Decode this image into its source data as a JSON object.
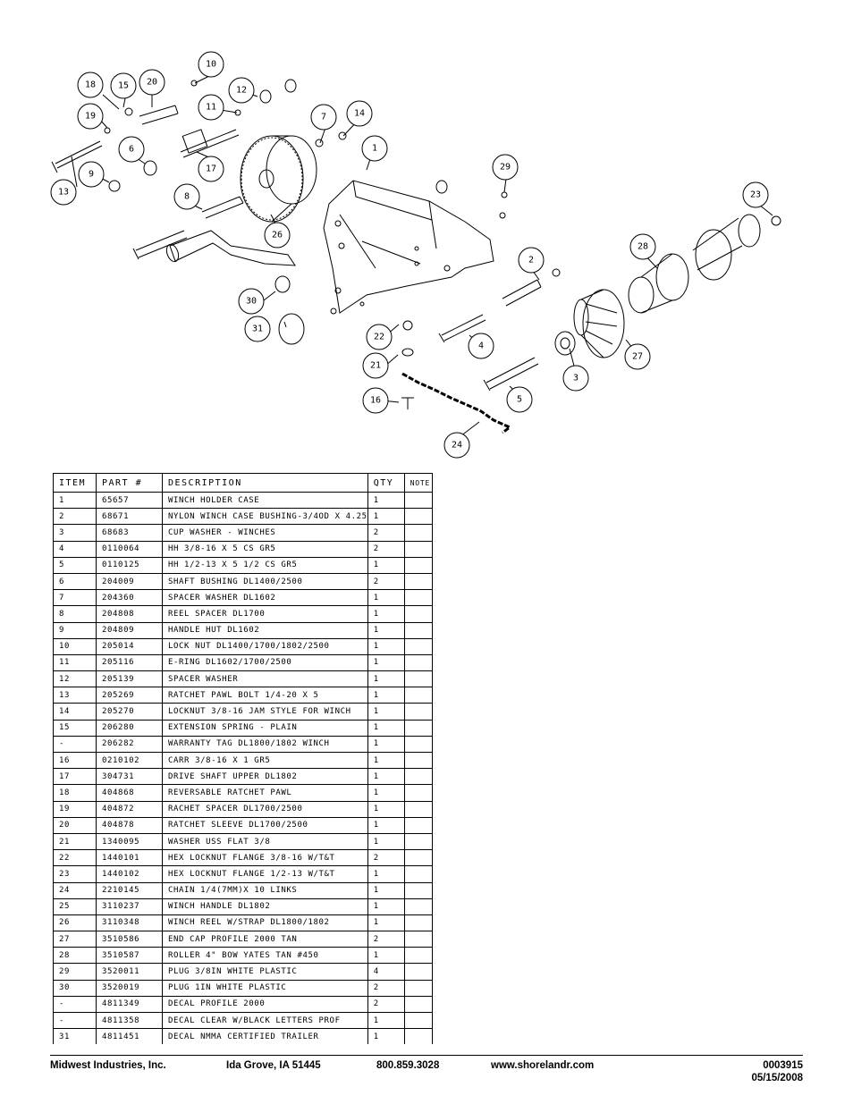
{
  "diagram": {
    "callouts": [
      "1",
      "2",
      "3",
      "4",
      "5",
      "6",
      "7",
      "8",
      "9",
      "10",
      "11",
      "12",
      "13",
      "14",
      "15",
      "16",
      "17",
      "18",
      "19",
      "20",
      "21",
      "22",
      "23",
      "24",
      "26",
      "27",
      "28",
      "29",
      "30",
      "31"
    ]
  },
  "table": {
    "headers": [
      "ITEM",
      "PART #",
      "DESCRIPTION",
      "QTY",
      "NOTE"
    ],
    "rows": [
      [
        "1",
        "65657",
        "WINCH HOLDER CASE",
        "1",
        ""
      ],
      [
        "2",
        "68671",
        "NYLON WINCH CASE BUSHING-3/4OD X 4.25",
        "1",
        ""
      ],
      [
        "3",
        "68683",
        "CUP WASHER - WINCHES",
        "2",
        ""
      ],
      [
        "4",
        "0110064",
        "HH 3/8-16 X 5 CS GR5",
        "2",
        ""
      ],
      [
        "5",
        "0110125",
        "HH 1/2-13 X 5 1/2 CS GR5",
        "1",
        ""
      ],
      [
        "6",
        "204009",
        "SHAFT BUSHING  DL1400/2500",
        "2",
        ""
      ],
      [
        "7",
        "204360",
        "SPACER WASHER  DL1602",
        "1",
        ""
      ],
      [
        "8",
        "204808",
        "REEL SPACER  DL1700",
        "1",
        ""
      ],
      [
        "9",
        "204809",
        "HANDLE HUT  DL1602",
        "1",
        ""
      ],
      [
        "10",
        "205014",
        "LOCK NUT  DL1400/1700/1802/2500",
        "1",
        ""
      ],
      [
        "11",
        "205116",
        "E-RING DL1602/1700/2500",
        "1",
        ""
      ],
      [
        "12",
        "205139",
        "SPACER WASHER",
        "1",
        ""
      ],
      [
        "13",
        "205269",
        "RATCHET PAWL BOLT 1/4-20 X 5",
        "1",
        ""
      ],
      [
        "14",
        "205270",
        "LOCKNUT 3/8-16 JAM STYLE FOR WINCH",
        "1",
        ""
      ],
      [
        "15",
        "206280",
        "EXTENSION SPRING - PLAIN",
        "1",
        ""
      ],
      [
        "-",
        "206282",
        "WARRANTY TAG DL1800/1802 WINCH",
        "1",
        ""
      ],
      [
        "16",
        "0210102",
        "CARR 3/8-16 X 1 GR5",
        "1",
        ""
      ],
      [
        "17",
        "304731",
        "DRIVE SHAFT UPPER  DL1802",
        "1",
        ""
      ],
      [
        "18",
        "404868",
        "REVERSABLE RATCHET PAWL",
        "1",
        ""
      ],
      [
        "19",
        "404872",
        "RACHET SPACER  DL1700/2500",
        "1",
        ""
      ],
      [
        "20",
        "404878",
        "RATCHET SLEEVE  DL1700/2500",
        "1",
        ""
      ],
      [
        "21",
        "1340095",
        "WASHER USS FLAT 3/8",
        "1",
        ""
      ],
      [
        "22",
        "1440101",
        "HEX LOCKNUT FLANGE 3/8-16 W/T&T",
        "2",
        ""
      ],
      [
        "23",
        "1440102",
        "HEX LOCKNUT FLANGE 1/2-13 W/T&T",
        "1",
        ""
      ],
      [
        "24",
        "2210145",
        "CHAIN 1/4(7MM)X 10 LINKS",
        "1",
        ""
      ],
      [
        "25",
        "3110237",
        "WINCH HANDLE  DL1802",
        "1",
        ""
      ],
      [
        "26",
        "3110348",
        "WINCH REEL W/STRAP  DL1800/1802",
        "1",
        ""
      ],
      [
        "27",
        "3510586",
        "END CAP PROFILE 2000 TAN",
        "2",
        ""
      ],
      [
        "28",
        "3510587",
        "ROLLER 4\" BOW YATES TAN #450",
        "1",
        ""
      ],
      [
        "29",
        "3520011",
        "PLUG  3/8IN WHITE PLASTIC",
        "4",
        ""
      ],
      [
        "30",
        "3520019",
        "PLUG  1IN WHITE PLASTIC",
        "2",
        ""
      ],
      [
        "-",
        "4811349",
        "DECAL PROFILE 2000",
        "2",
        ""
      ],
      [
        "-",
        "4811358",
        "DECAL CLEAR W/BLACK LETTERS PROF",
        "1",
        ""
      ],
      [
        "31",
        "4811451",
        " DECAL NMMA CERTIFIED TRAILER",
        "1",
        ""
      ]
    ]
  },
  "footer": {
    "company": "Midwest Industries, Inc.",
    "location": "Ida Grove, IA  51445",
    "phone": "800.859.3028",
    "website": "www.shorelandr.com",
    "doc_number": "0003915",
    "date": "05/15/2008"
  }
}
